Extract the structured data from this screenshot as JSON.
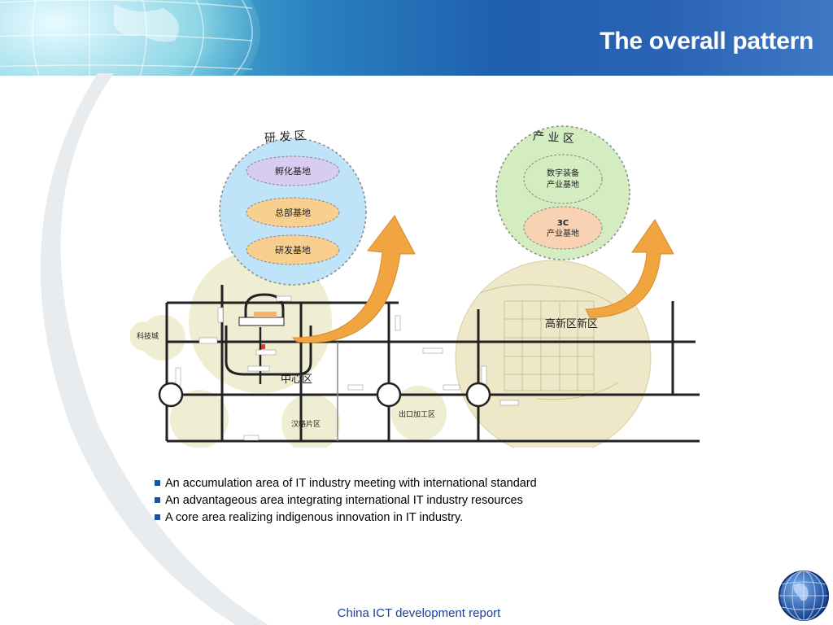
{
  "slide": {
    "title": "The overall pattern",
    "footer": "China ICT development report",
    "bullets": [
      "An accumulation area of IT industry meeting with international standard",
      "An advantageous area integrating international IT industry resources",
      "A core area realizing indigenous innovation in IT industry."
    ]
  },
  "map": {
    "rd_zone": {
      "title": "研 发 区",
      "bases": [
        "孵化基地",
        "总部基地",
        "研发基地"
      ]
    },
    "industry_zone": {
      "title": "产 业 区",
      "base1": [
        "数字装备",
        "产业基地"
      ],
      "base2": [
        "3C",
        "产业基地"
      ]
    },
    "areas": {
      "keji": "科技城",
      "center": "中心区",
      "gaoxin": "高新区新区",
      "export": "出口加工区",
      "hanyang": "汉略片区"
    }
  },
  "colors": {
    "title_text": "#ffffff",
    "footer_text": "#1a3fa0",
    "bullet_marker": "#1f4e9a",
    "rd_circle": "#bfe3f8",
    "industry_circle": "#d3ecc0",
    "oval_purple": "#d8cdf0",
    "oval_orange": "#f8cf8e",
    "arrow": "#f0a540",
    "area_bubble": "#efeed2"
  }
}
